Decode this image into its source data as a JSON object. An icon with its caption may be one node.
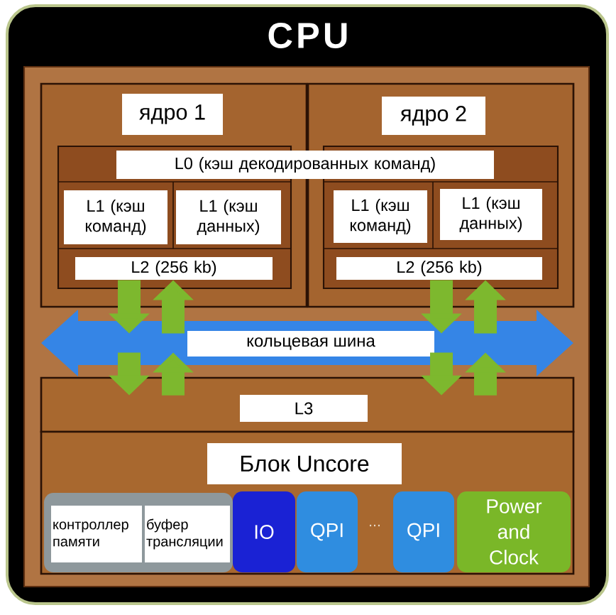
{
  "diagram": {
    "nodes": [
      {
        "text": [
          "CPU"
        ]
      },
      {
        "text": [
          "ядро 1"
        ],
        "in": 0
      },
      {
        "text": [
          "ядро 2"
        ],
        "in": 0
      },
      {
        "text": [
          "L0 (кэш декодированных команд)"
        ],
        "in": 0
      },
      {
        "text": [
          "L1 (кэш команд)"
        ],
        "in": 1
      },
      {
        "text": [
          "L1 (кэш данных)"
        ],
        "in": 1
      },
      {
        "text": [
          "L2 (256 kb)"
        ],
        "in": 1
      },
      {
        "text": [
          "L1 (кэш команд)"
        ],
        "in": 2
      },
      {
        "text": [
          "L1 (кэш данных)"
        ],
        "in": 2
      },
      {
        "text": [
          "L2 (256 kb)"
        ],
        "in": 2
      },
      {
        "text": [
          "кольцевая шина"
        ],
        "in": 0
      },
      {
        "text": [
          "L3"
        ],
        "in": 0
      },
      {
        "text": [
          "Блок Uncore"
        ],
        "in": 0
      },
      {
        "text": [],
        "shape": "box",
        "in": 12
      },
      {
        "text": [
          "контроллер памяти"
        ],
        "in": 13
      },
      {
        "text": [
          "буфер трансляции"
        ],
        "in": 13
      },
      {
        "text": [
          "IO"
        ],
        "in": 12
      },
      {
        "text": [
          "QPI"
        ],
        "in": 12
      },
      {
        "text": [
          "QPI"
        ],
        "in": 12
      },
      {
        "text": [
          "Power and Clock"
        ],
        "in": 12
      }
    ],
    "edges": [
      {
        "from": 6,
        "to": 10,
        "arrow": "to"
      },
      {
        "from": 10,
        "to": 6,
        "arrow": "to"
      },
      {
        "from": 10,
        "to": 11,
        "arrow": "to"
      },
      {
        "from": 11,
        "to": 10,
        "arrow": "to"
      },
      {
        "from": 9,
        "to": 10,
        "arrow": "to"
      },
      {
        "from": 10,
        "to": 9,
        "arrow": "to"
      },
      {
        "from": 10,
        "to": 11,
        "arrow": "to"
      },
      {
        "from": 11,
        "to": 10,
        "arrow": "to"
      }
    ],
    "labels": [
      "..."
    ]
  }
}
